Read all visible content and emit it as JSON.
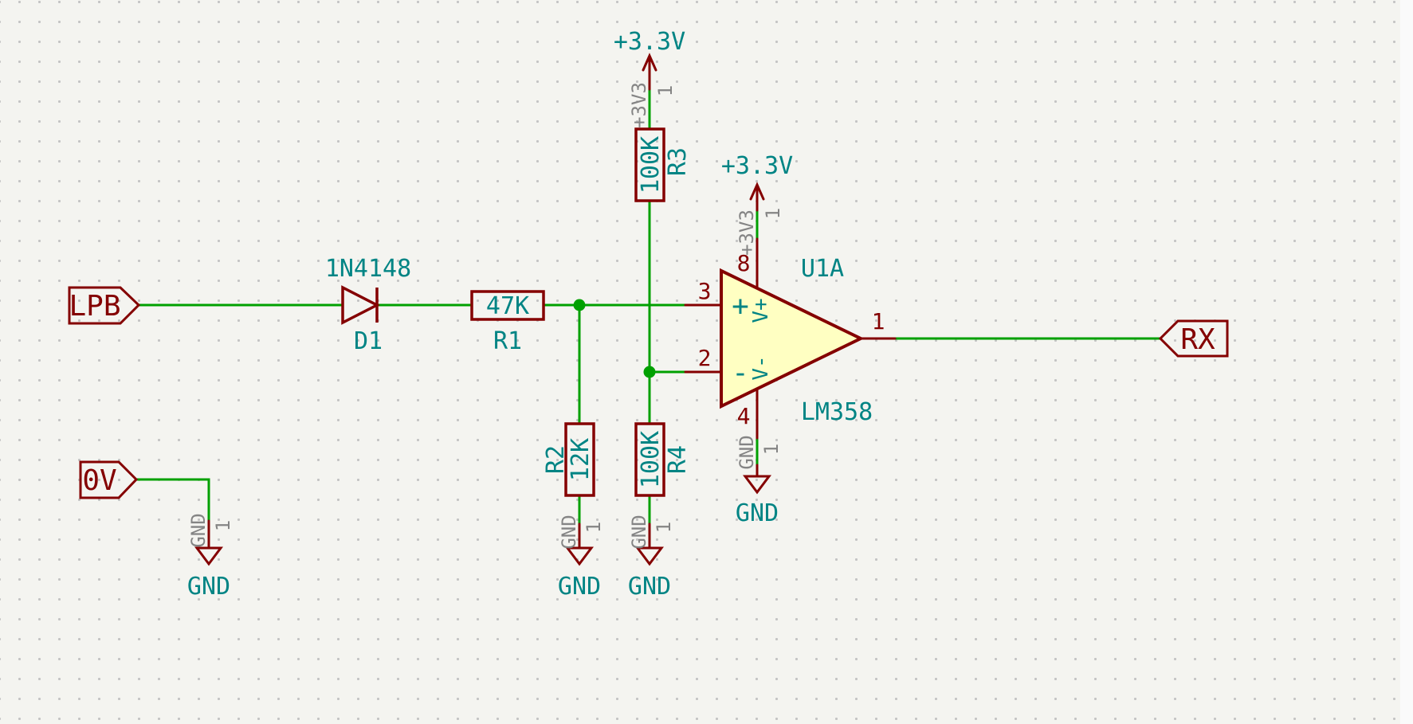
{
  "colors": {
    "background": "#f4f4f0",
    "grid_dot": "#c4c4c4",
    "wire": "#00A000",
    "junction": "#00A000",
    "component_outline": "#840000",
    "opamp_fill": "#FFFFC2",
    "global_label": "#840000",
    "field_text": "#008484",
    "pin_number": "#840000",
    "pin_name": "#848484"
  },
  "global_labels": {
    "lpb": "LPB",
    "zero_v": "0V",
    "rx": "RX"
  },
  "components": {
    "D1": {
      "ref": "D1",
      "value": "1N4148"
    },
    "R1": {
      "ref": "R1",
      "value": "47K"
    },
    "R2": {
      "ref": "R2",
      "value": "12K"
    },
    "R3": {
      "ref": "R3",
      "value": "100K"
    },
    "R4": {
      "ref": "R4",
      "value": "100K"
    },
    "U1": {
      "ref": "U1A",
      "value": "LM358",
      "pins": {
        "in_plus": "3",
        "in_minus": "2",
        "out": "1",
        "v_plus": "8",
        "v_minus": "4"
      },
      "body_labels": {
        "plus": "+",
        "minus": "-",
        "v_plus": "V+",
        "v_minus": "V-"
      }
    }
  },
  "power_symbols": {
    "vcc_r3": {
      "net": "+3.3V",
      "pin_name": "+3V3",
      "pin_number": "1"
    },
    "vcc_u1": {
      "net": "+3.3V",
      "pin_name": "+3V3",
      "pin_number": "1"
    },
    "gnd_0v": {
      "net": "GND",
      "pin_name": "GND",
      "pin_number": "1"
    },
    "gnd_r2": {
      "net": "GND",
      "pin_name": "GND",
      "pin_number": "1"
    },
    "gnd_r4": {
      "net": "GND",
      "pin_name": "GND",
      "pin_number": "1"
    },
    "gnd_u1": {
      "net": "GND",
      "pin_name": "GND",
      "pin_number": "1"
    }
  }
}
